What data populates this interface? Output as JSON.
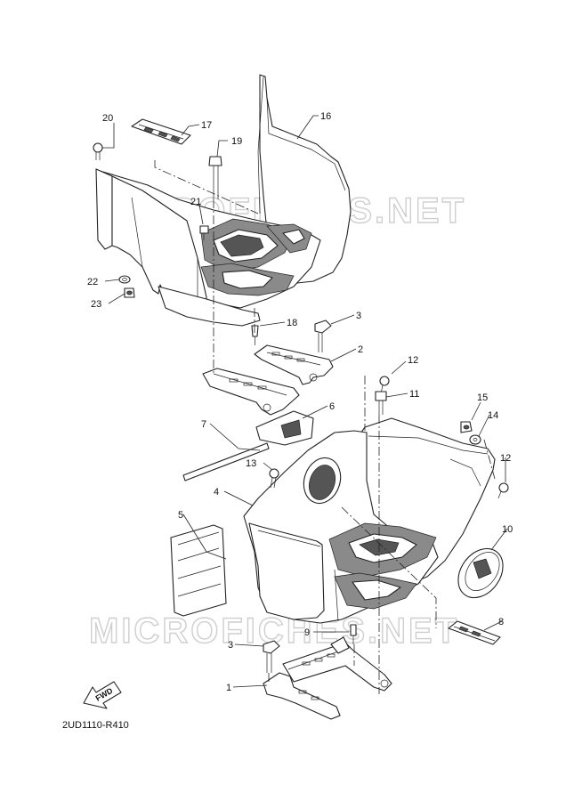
{
  "watermark": "MICROFICHES.NET",
  "diagram_code": "2UD1110-R410",
  "fwd_label": "FWD",
  "callouts": {
    "c1": "1",
    "c2": "2",
    "c3a": "3",
    "c3b": "3",
    "c4": "4",
    "c5": "5",
    "c6": "6",
    "c7": "7",
    "c8": "8",
    "c9": "9",
    "c10": "10",
    "c11": "11",
    "c12a": "12",
    "c12b": "12",
    "c13": "13",
    "c14": "14",
    "c15": "15",
    "c16": "16",
    "c17": "17",
    "c18": "18",
    "c19": "19",
    "c20": "20",
    "c21": "21",
    "c22": "22",
    "c23": "23"
  }
}
